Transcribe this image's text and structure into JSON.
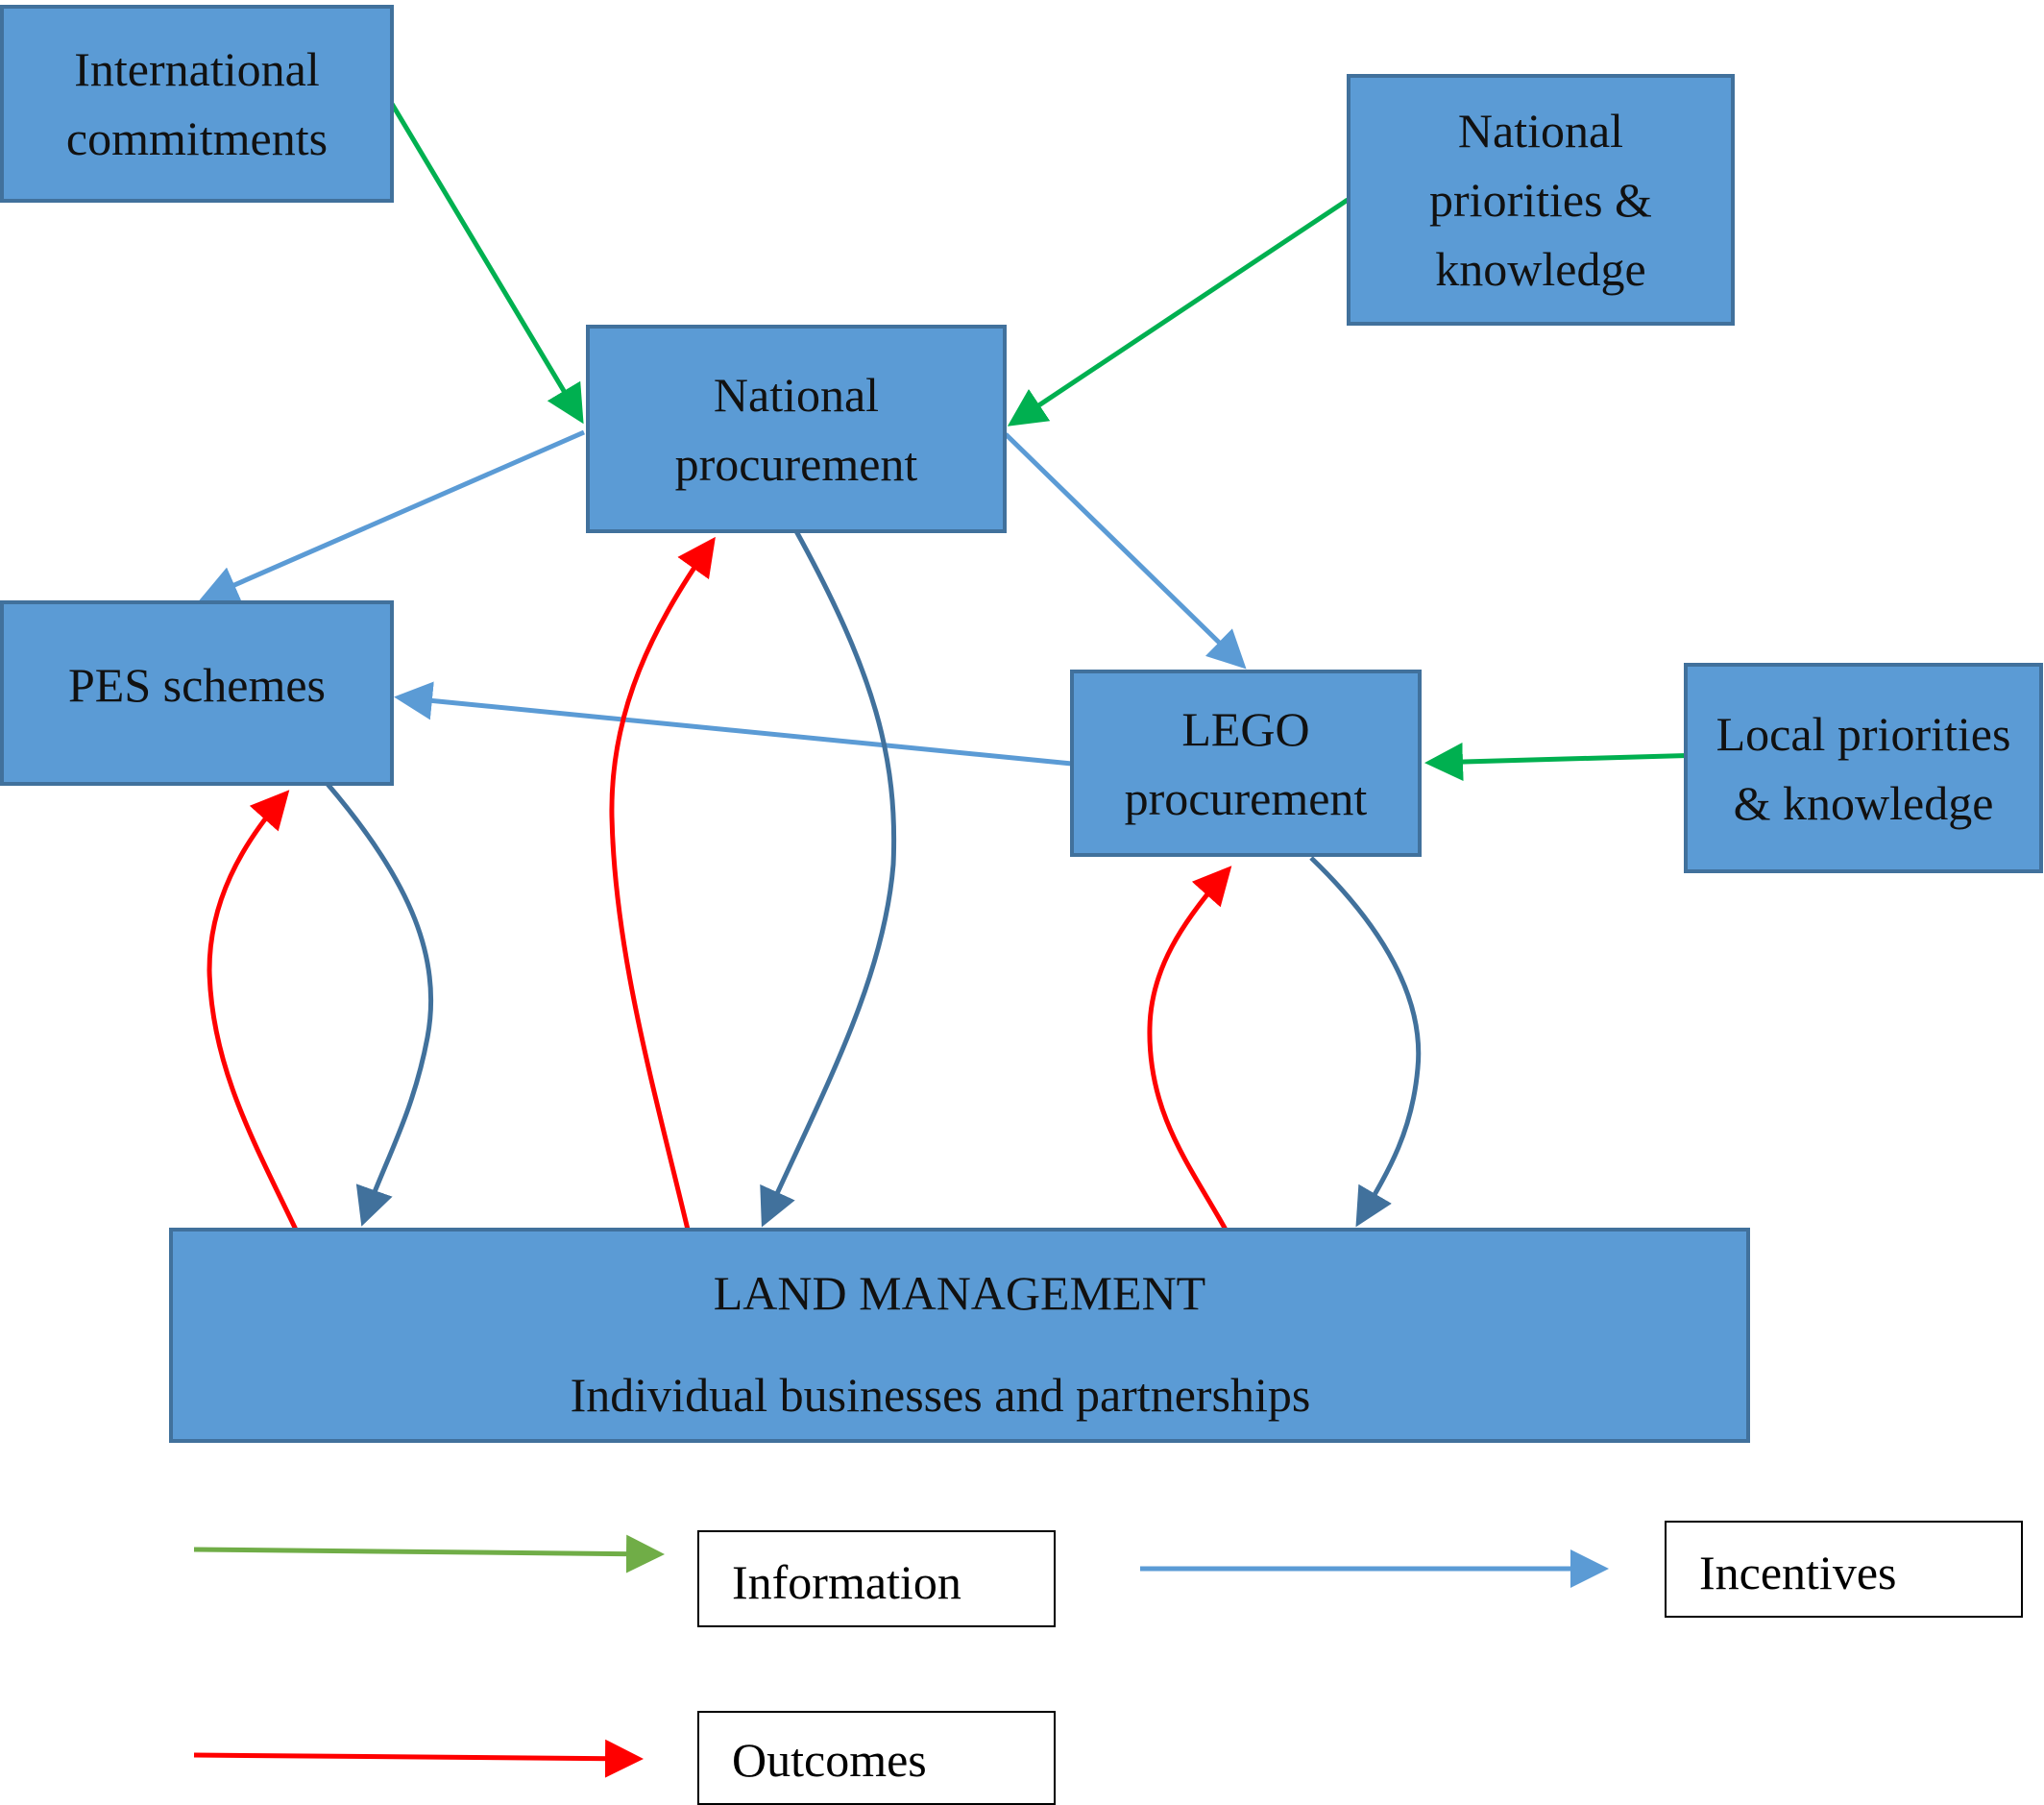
{
  "nodes": {
    "international_commitments": "International commitments",
    "national_priorities": "National priorities & knowledge",
    "national_procurement": "National procurement",
    "pes_schemes": "PES schemes",
    "lego_procurement": "LEGO procurement",
    "local_priorities": "Local priorities & knowledge",
    "land_management_title": "LAND MANAGEMENT",
    "land_management_subtitle": "Individual businesses and partnerships"
  },
  "legend": {
    "information": "Information",
    "incentives": "Incentives",
    "outcomes": "Outcomes"
  },
  "edges": [
    {
      "from": "International commitments",
      "to": "National procurement",
      "type": "Information"
    },
    {
      "from": "National priorities & knowledge",
      "to": "National procurement",
      "type": "Information"
    },
    {
      "from": "Local priorities & knowledge",
      "to": "LEGO procurement",
      "type": "Information"
    },
    {
      "from": "National procurement",
      "to": "PES schemes",
      "type": "Incentives"
    },
    {
      "from": "National procurement",
      "to": "LEGO procurement",
      "type": "Incentives"
    },
    {
      "from": "LEGO procurement",
      "to": "PES schemes",
      "type": "Incentives"
    },
    {
      "from": "National procurement",
      "to": "LAND MANAGEMENT",
      "type": "Incentives"
    },
    {
      "from": "PES schemes",
      "to": "LAND MANAGEMENT",
      "type": "Incentives"
    },
    {
      "from": "LEGO procurement",
      "to": "LAND MANAGEMENT",
      "type": "Incentives"
    },
    {
      "from": "LAND MANAGEMENT",
      "to": "National procurement",
      "type": "Outcomes"
    },
    {
      "from": "LAND MANAGEMENT",
      "to": "PES schemes",
      "type": "Outcomes"
    },
    {
      "from": "LAND MANAGEMENT",
      "to": "LEGO procurement",
      "type": "Outcomes"
    }
  ],
  "colors": {
    "box_fill": "#5b9bd5",
    "box_border": "#41719c",
    "information": "#00b050",
    "information_legend": "#70ad47",
    "incentives": "#5b9bd5",
    "incentives_down": "#41719c",
    "outcomes": "#ff0000"
  }
}
